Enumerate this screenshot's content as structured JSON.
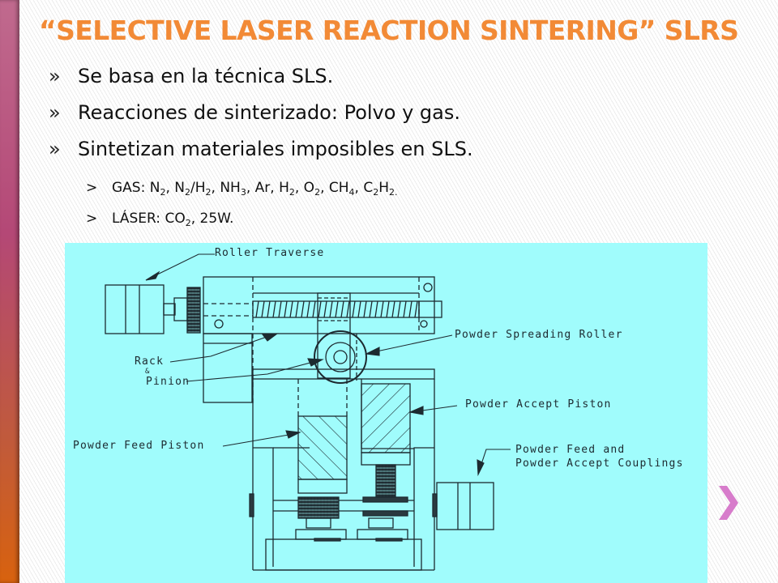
{
  "slide": {
    "title": "“SELECTIVE LASER REACTION SINTERING” SLRS",
    "bullets": [
      "Se basa en la técnica SLS.",
      "Reacciones de sinterizado: Polvo y gas.",
      "Sintetizan materiales imposibles en SLS."
    ],
    "bullet_marker": "»",
    "sub_marker": ">",
    "sub_bullets": {
      "gas_label": "GAS:",
      "gases": [
        {
          "base": "N",
          "sub": "2"
        },
        {
          "base": "N",
          "sub": "2",
          "rest": "/H",
          "sub2": "2"
        },
        {
          "base": "NH",
          "sub": "3"
        },
        {
          "base": "Ar"
        },
        {
          "base": "H",
          "sub": "2"
        },
        {
          "base": "O",
          "sub": "2"
        },
        {
          "base": "CH",
          "sub": "4"
        },
        {
          "base": "C",
          "sub": "2",
          "rest": "H",
          "sub2": "2."
        }
      ],
      "laser_label": "LÁSER:",
      "laser_gas": {
        "base": "CO",
        "sub": "2"
      },
      "laser_power": "25W."
    }
  },
  "figure": {
    "labels": {
      "roller_traverse": "Roller Traverse",
      "rack": "Rack",
      "amp": "&",
      "pinion": "Pinion",
      "powder_spreading_roller": "Powder Spreading Roller",
      "powder_accept_piston": "Powder Accept Piston",
      "powder_feed_piston": "Powder Feed Piston",
      "couplings_line1": "Powder Feed and",
      "couplings_line2": "Powder Accept Couplings"
    },
    "background_color": "#a0fcfc"
  },
  "navigation": {
    "next_icon": "chevron-right-icon",
    "next_color": "#d77ccb"
  },
  "theme": {
    "title_color": "#f28a36",
    "sidebar_top": "#c06a8e",
    "sidebar_bottom": "#d8620e"
  }
}
